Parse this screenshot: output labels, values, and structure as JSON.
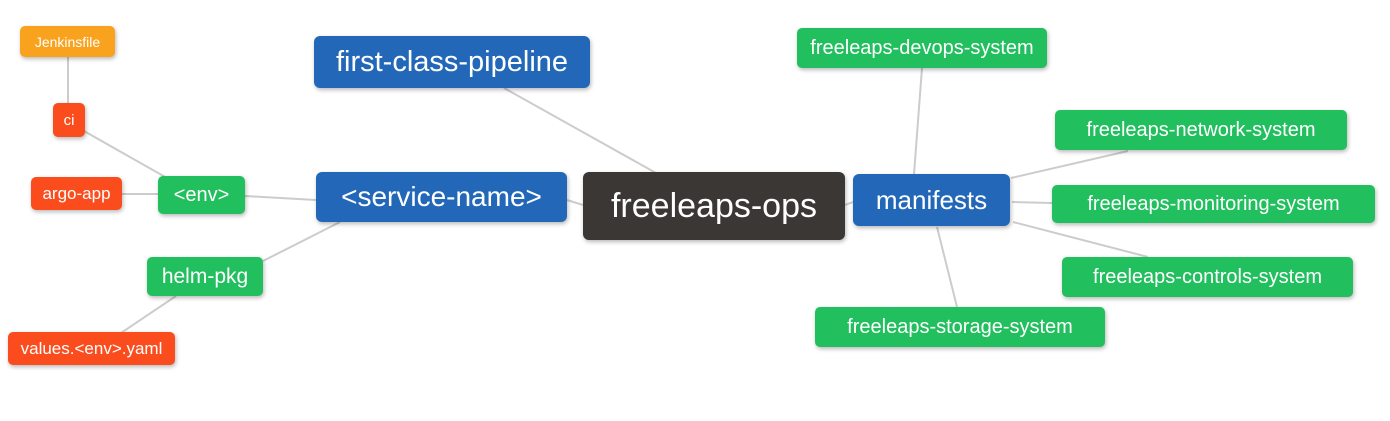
{
  "colors": {
    "blue": "#2368b8",
    "green": "#22bf5e",
    "orange": "#f9a21e",
    "red": "#fa4c1d",
    "dark": "#3b3734",
    "edge": "#cccccc",
    "text": "#ffffff",
    "background": "#ffffff"
  },
  "nodes": {
    "jenkinsfile": {
      "label": "Jenkinsfile",
      "color": "orange"
    },
    "ci": {
      "label": "ci",
      "color": "red"
    },
    "argo_app": {
      "label": "argo-app",
      "color": "red"
    },
    "env": {
      "label": "<env>",
      "color": "green"
    },
    "helm_pkg": {
      "label": "helm-pkg",
      "color": "green"
    },
    "values_yaml": {
      "label": "values.<env>.yaml",
      "color": "red"
    },
    "first_class_pipeline": {
      "label": "first-class-pipeline",
      "color": "blue"
    },
    "service_name": {
      "label": "<service-name>",
      "color": "blue"
    },
    "root": {
      "label": "freeleaps-ops",
      "color": "dark"
    },
    "manifests": {
      "label": "manifests",
      "color": "blue"
    },
    "devops": {
      "label": "freeleaps-devops-system",
      "color": "green"
    },
    "network": {
      "label": "freeleaps-network-system",
      "color": "green"
    },
    "monitoring": {
      "label": "freeleaps-monitoring-system",
      "color": "green"
    },
    "controls": {
      "label": "freeleaps-controls-system",
      "color": "green"
    },
    "storage": {
      "label": "freeleaps-storage-system",
      "color": "green"
    }
  },
  "edges": [
    {
      "from": "jenkinsfile",
      "to": "ci"
    },
    {
      "from": "ci",
      "to": "env"
    },
    {
      "from": "argo_app",
      "to": "env"
    },
    {
      "from": "env",
      "to": "service_name"
    },
    {
      "from": "helm_pkg",
      "to": "service_name"
    },
    {
      "from": "values_yaml",
      "to": "helm_pkg"
    },
    {
      "from": "service_name",
      "to": "root"
    },
    {
      "from": "first_class_pipeline",
      "to": "root"
    },
    {
      "from": "root",
      "to": "manifests"
    },
    {
      "from": "manifests",
      "to": "devops"
    },
    {
      "from": "manifests",
      "to": "network"
    },
    {
      "from": "manifests",
      "to": "monitoring"
    },
    {
      "from": "manifests",
      "to": "controls"
    },
    {
      "from": "manifests",
      "to": "storage"
    }
  ]
}
